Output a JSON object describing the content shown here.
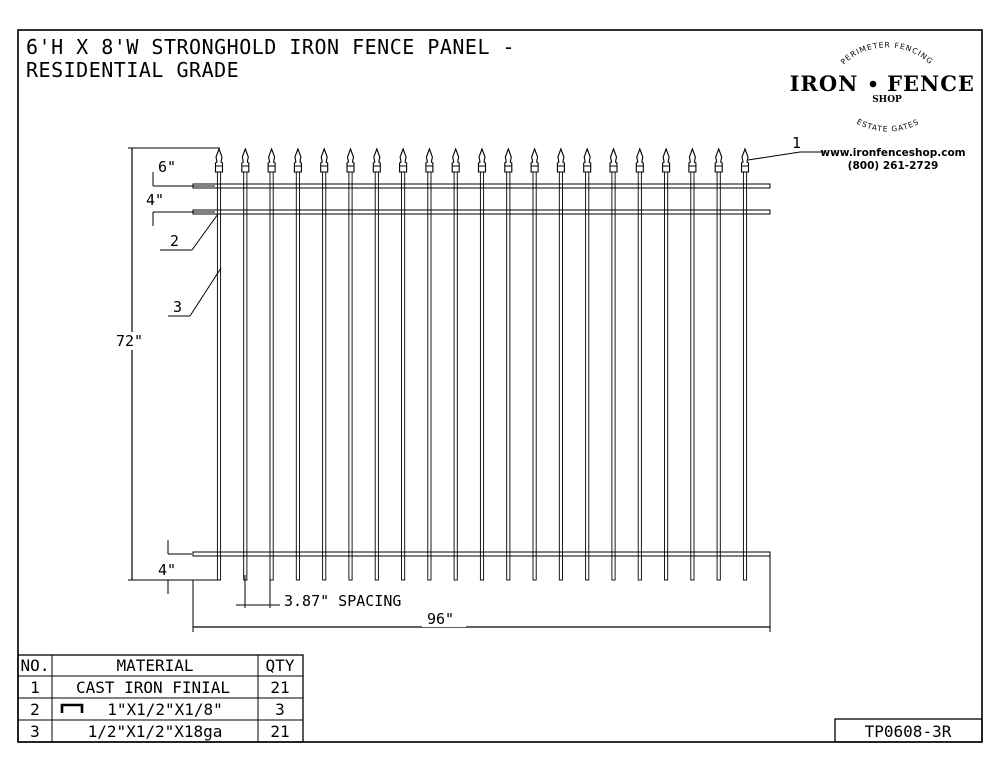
{
  "title": {
    "line1": "6'H X 8'W STRONGHOLD IRON FENCE PANEL -",
    "line2": "RESIDENTIAL GRADE"
  },
  "logo": {
    "arc_top": "PERIMETER FENCING",
    "main_left": "IRON",
    "main_right": "FENCE",
    "shop": "SHOP",
    "arc_bottom": "ESTATE GATES",
    "website": "www.ironfenceshop.com",
    "phone": "(800) 261-2729"
  },
  "dimensions": {
    "top_gap": "6\"",
    "rail_gap": "4\"",
    "height": "72\"",
    "bottom_gap": "4\"",
    "spacing": "3.87\" SPACING",
    "width": "96\""
  },
  "callouts": [
    "1",
    "2",
    "3"
  ],
  "fence": {
    "picket_count": 21,
    "rail_count": 3
  },
  "table": {
    "headers": [
      "NO.",
      "MATERIAL",
      "QTY"
    ],
    "rows": [
      {
        "no": "1",
        "material": "CAST IRON FINIAL",
        "qty": "21",
        "icon": ""
      },
      {
        "no": "2",
        "material": "1\"X1/2\"X1/8\"",
        "qty": "3",
        "icon": "channel-icon"
      },
      {
        "no": "3",
        "material": "1/2\"X1/2\"X18ga",
        "qty": "21",
        "icon": ""
      }
    ]
  },
  "drawing_number": "TP0608-3R"
}
